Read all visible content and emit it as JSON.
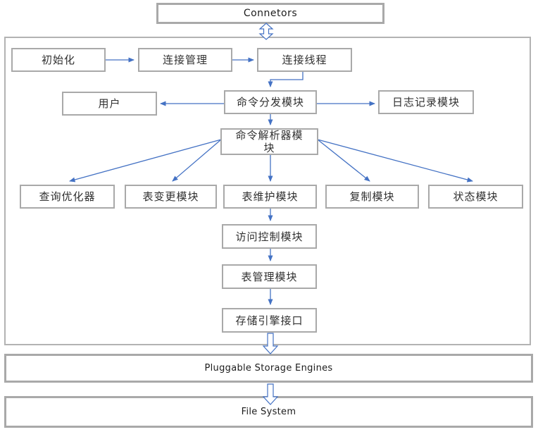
{
  "colors": {
    "box_border": "#a9a9a9",
    "outer_border": "#b3b3b3",
    "arrow_blue": "#4472c4",
    "text": "#303030",
    "background": "#ffffff"
  },
  "nodes": {
    "connetors": {
      "label": "Connetors"
    },
    "init": {
      "label": "初始化"
    },
    "conn_mgmt": {
      "label": "连接管理"
    },
    "conn_thread": {
      "label": "连接线程"
    },
    "user": {
      "label": "用户"
    },
    "cmd_dispatch": {
      "label": "命令分发模块"
    },
    "log_module": {
      "label": "日志记录模块"
    },
    "parser": {
      "label": "命令解析器模\n块"
    },
    "query_opt": {
      "label": "查询优化器"
    },
    "table_change": {
      "label": "表变更模块"
    },
    "table_maint": {
      "label": "表维护模块"
    },
    "replication": {
      "label": "复制模块"
    },
    "status": {
      "label": "状态模块"
    },
    "access_ctrl": {
      "label": "访问控制模块"
    },
    "table_mgmt": {
      "label": "表管理模块"
    },
    "storage_iface": {
      "label": "存储引擎接口"
    },
    "pluggable": {
      "label": "Pluggable Storage Engines"
    },
    "filesystem": {
      "label": "File System"
    }
  },
  "edges": [
    {
      "from": "connetors",
      "to": "server-container",
      "type": "hollow-double-arrow"
    },
    {
      "from": "init",
      "to": "conn_mgmt",
      "type": "arrow"
    },
    {
      "from": "conn_mgmt",
      "to": "conn_thread",
      "type": "arrow"
    },
    {
      "from": "conn_thread",
      "to": "cmd_dispatch",
      "type": "elbow-arrow"
    },
    {
      "from": "cmd_dispatch",
      "to": "user",
      "type": "arrow"
    },
    {
      "from": "cmd_dispatch",
      "to": "log_module",
      "type": "arrow"
    },
    {
      "from": "cmd_dispatch",
      "to": "parser",
      "type": "arrow"
    },
    {
      "from": "parser",
      "to": "query_opt",
      "type": "arrow"
    },
    {
      "from": "parser",
      "to": "table_change",
      "type": "arrow"
    },
    {
      "from": "parser",
      "to": "table_maint",
      "type": "arrow"
    },
    {
      "from": "parser",
      "to": "replication",
      "type": "arrow"
    },
    {
      "from": "parser",
      "to": "status",
      "type": "arrow"
    },
    {
      "from": "table_maint",
      "to": "access_ctrl",
      "type": "arrow"
    },
    {
      "from": "access_ctrl",
      "to": "table_mgmt",
      "type": "arrow"
    },
    {
      "from": "table_mgmt",
      "to": "storage_iface",
      "type": "arrow"
    },
    {
      "from": "storage_iface",
      "to": "pluggable",
      "type": "hollow-down-arrow"
    },
    {
      "from": "pluggable",
      "to": "filesystem",
      "type": "hollow-down-arrow"
    }
  ]
}
